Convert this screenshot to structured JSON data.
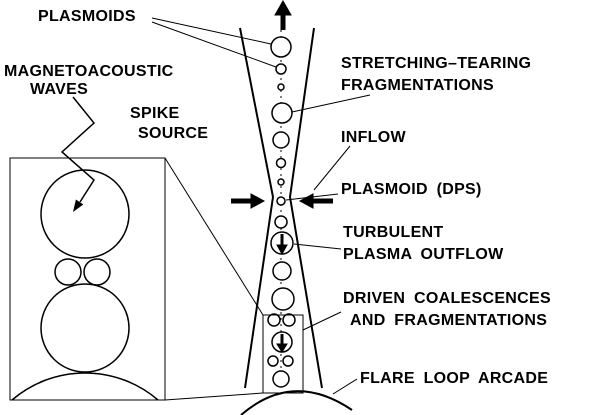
{
  "colors": {
    "ink": "#000000",
    "background": "#ffffff"
  },
  "labels": {
    "plasmoids": "PLASMOIDS",
    "magnetoacoustic_waves": {
      "line1": "MAGNETOACOUSTIC",
      "line2": "WAVES"
    },
    "spike_source": {
      "line1": "SPIKE",
      "line2": "SOURCE"
    },
    "stretching_tearing": {
      "line1": "STRETCHING–TEARING",
      "line2": "FRAGMENTATIONS"
    },
    "inflow": "INFLOW",
    "plasmoid_dps": "PLASMOID (DPS)",
    "turbulent_outflow": {
      "line1": "TURBULENT",
      "line2": "PLASMA OUTFLOW"
    },
    "driven_coalescences": {
      "line1": "DRIVEN COALESCENCES",
      "line2": "AND FRAGMENTATIONS"
    },
    "flare_loop_arcade": "FLARE LOOP ARCADE"
  }
}
